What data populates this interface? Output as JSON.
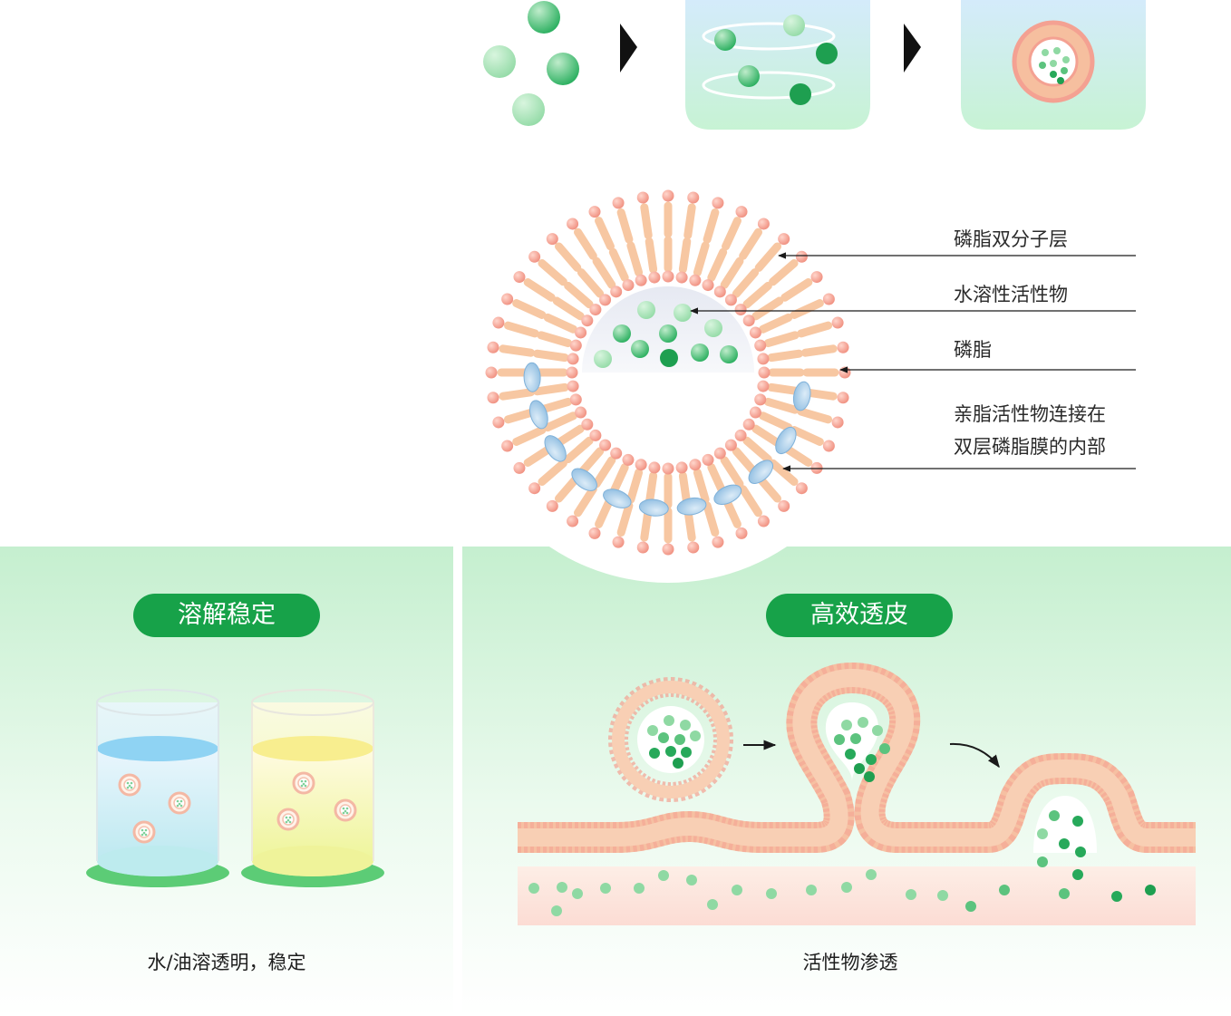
{
  "diagram": {
    "labels": {
      "bilayer": "磷脂双分子层",
      "water_soluble": "水溶性活性物",
      "phospholipid": "磷脂",
      "lipophilic_line1": "亲脂活性物连接在",
      "lipophilic_line2": "双层磷脂膜的内部"
    }
  },
  "panels": {
    "left": {
      "pill": "溶解稳定",
      "caption": "水/油溶透明，稳定"
    },
    "right": {
      "pill": "高效透皮",
      "caption": "活性物渗透"
    }
  },
  "colors": {
    "accent_green": "#17a249",
    "head_pink": "#f4a192",
    "tail_peach": "#f8c8a2",
    "lipophilic_blue": "#a9cdea",
    "bg_green": "#c5efcf",
    "skin_pink": "#fde2dc"
  },
  "icons": [
    "arrow-right-icon",
    "curved-arrow-icon",
    "triangle-arrow-icon"
  ]
}
